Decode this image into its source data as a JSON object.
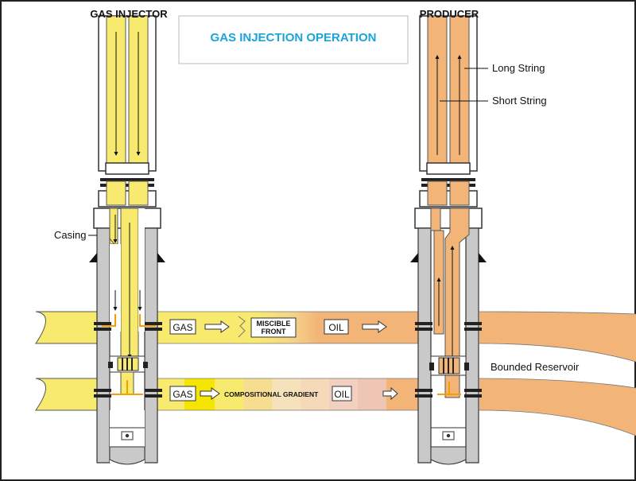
{
  "title": "GAS INJECTION OPERATION",
  "wells": {
    "injector_label": "GAS INJECTOR",
    "producer_label": "PRODUCER"
  },
  "callouts": {
    "casing": "Casing",
    "long_string": "Long String",
    "short_string": "Short String",
    "bounded_reservoir": "Bounded Reservoir"
  },
  "upper_zone": {
    "gas": "GAS",
    "miscible_front_line1": "MISCIBLE",
    "miscible_front_line2": "FRONT",
    "oil": "OIL"
  },
  "lower_zone": {
    "gas": "GAS",
    "compositional_gradient": "COMPOSITIONAL GRADIENT",
    "oil": "OIL"
  },
  "colors": {
    "gas": "#f8ea6e",
    "gas_bright": "#f5e600",
    "oil": "#f2b477",
    "casing": "#c9c9c9",
    "title": "#1aa4d8",
    "border": "#222222"
  }
}
